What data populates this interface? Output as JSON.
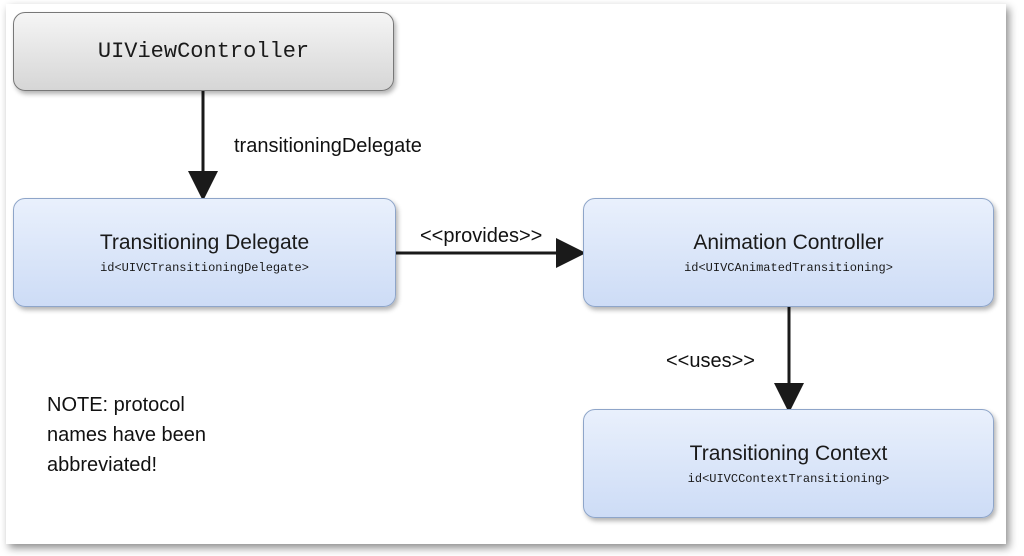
{
  "nodes": {
    "view_controller": {
      "title": "UIViewController"
    },
    "transitioning_delegate": {
      "title": "Transitioning Delegate",
      "protocol": "id<UIVCTransitioningDelegate>"
    },
    "animation_controller": {
      "title": "Animation Controller",
      "protocol": "id<UIVCAnimatedTransitioning>"
    },
    "transitioning_context": {
      "title": "Transitioning Context",
      "protocol": "id<UIVCContextTransitioning>"
    }
  },
  "edges": {
    "delegate_label": "transitioningDelegate",
    "provides_label": "<<provides>>",
    "uses_label": "<<uses>>"
  },
  "note": {
    "line1": "NOTE: protocol",
    "line2": "names have been",
    "line3": "abbreviated!"
  },
  "colors": {
    "box_blue_top": "#e9f0fc",
    "box_blue_bottom": "#cddcf6",
    "box_gray_top": "#f5f5f5",
    "box_gray_bottom": "#d6d6d6",
    "arrow": "#1a1a1a"
  }
}
